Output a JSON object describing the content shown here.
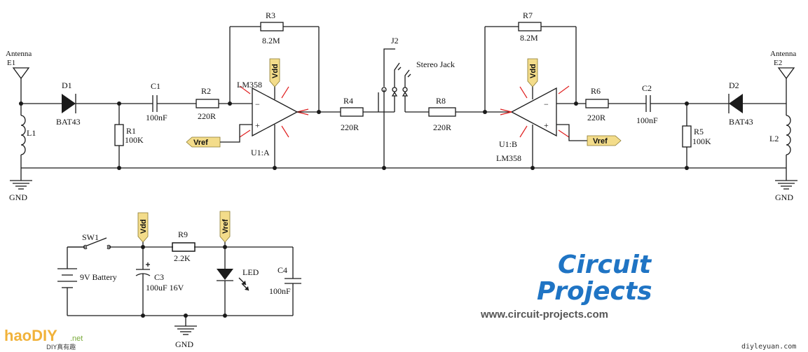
{
  "labels": {
    "antenna1": "Antenna",
    "e1": "E1",
    "antenna2": "Antenna",
    "e2": "E2",
    "d1": "D1",
    "d1_part": "BAT43",
    "d2": "D2",
    "d2_part": "BAT43",
    "l1": "L1",
    "l2": "L2",
    "c1": "C1",
    "c1_val": "100nF",
    "c2": "C2",
    "c2_val": "100nF",
    "r1": "R1",
    "r1_val": "100K",
    "r5": "R5",
    "r5_val": "100K",
    "r2": "R2",
    "r2_val": "220R",
    "r6": "R6",
    "r6_val": "220R",
    "r3": "R3",
    "r3_val": "8.2M",
    "r7": "R7",
    "r7_val": "8.2M",
    "r4": "R4",
    "r4_val": "220R",
    "r8": "R8",
    "r8_val": "220R",
    "u1a_part": "LM358",
    "u1a": "U1:A",
    "u1b": "U1:B",
    "u1b_part": "LM358",
    "j2": "J2",
    "stereo_jack": "Stereo Jack",
    "gnd1": "GND",
    "gnd2": "GND",
    "gnd3": "GND",
    "sw1": "SW1",
    "battery": "9V Battery",
    "c3": "C3",
    "c3_val": "100uF 16V",
    "r9": "R9",
    "r9_val": "2.2K",
    "led": "LED",
    "c4": "C4",
    "c4_val": "100nF",
    "vdd_a": "Vdd",
    "vdd_b": "Vdd",
    "vdd_p": "Vdd",
    "vref_a": "Vref",
    "vref_b": "Vref",
    "vref_p": "Vref",
    "opamp_minus": "−",
    "opamp_plus": "+"
  },
  "logo": {
    "line1": "Circuit",
    "line2": "Projects",
    "url": "www.circuit-projects.com"
  },
  "watermarks": {
    "left_main": "haoDIY",
    "left_net": ".net",
    "left_sub": "DIY真有趣",
    "right": "diyleyuan.com"
  },
  "colors": {
    "wire": "#1a1a1a",
    "opamp_rays": "#e02020",
    "tag_fill": "#f3dc8a",
    "logo_blue": "#1f74c4"
  }
}
